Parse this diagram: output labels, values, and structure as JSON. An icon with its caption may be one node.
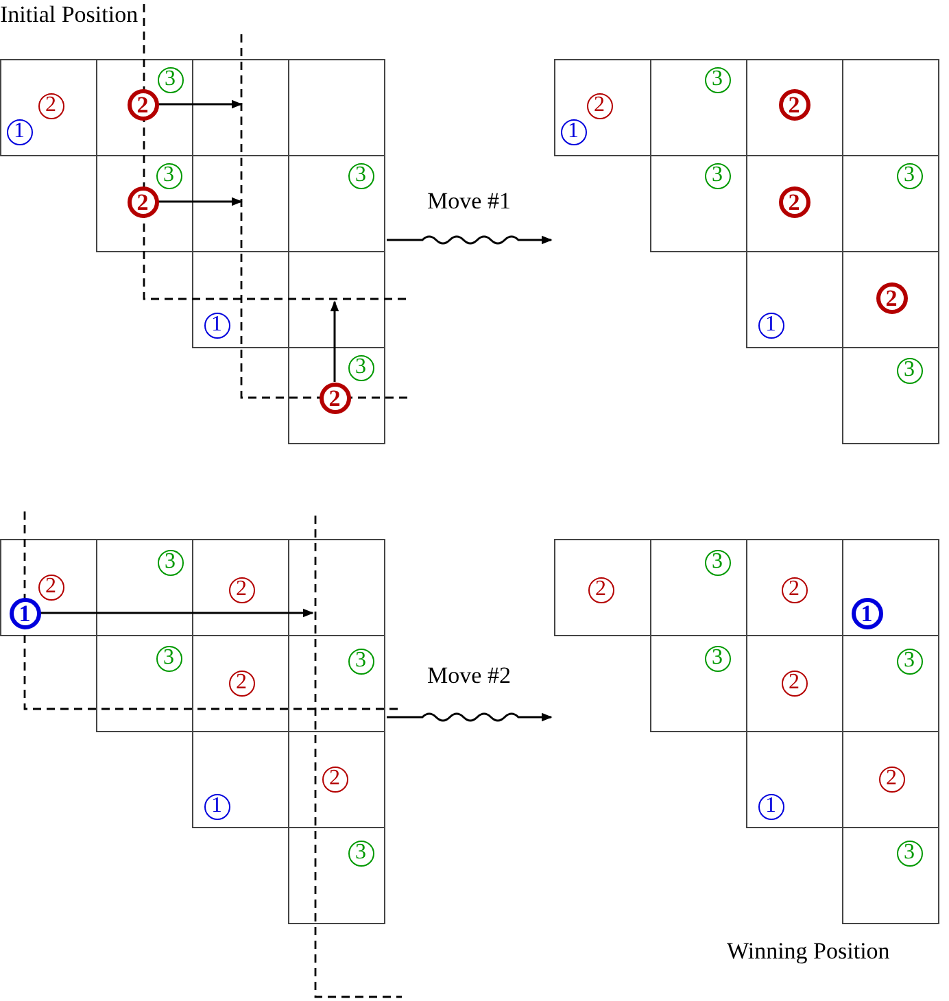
{
  "diagram": {
    "nodes": [
      {
        "text": [],
        "shape": "grid",
        "beside": [
          "Initial Position"
        ]
      },
      {
        "text": [
          "3"
        ],
        "in": 0
      },
      {
        "text": [
          "2"
        ],
        "in": 0
      },
      {
        "text": [
          "2"
        ],
        "in": 0
      },
      {
        "text": [
          "1"
        ],
        "in": 0
      },
      {
        "text": [
          "3"
        ],
        "in": 0
      },
      {
        "text": [
          "3"
        ],
        "in": 0
      },
      {
        "text": [
          "2"
        ],
        "in": 0
      },
      {
        "text": [
          "1"
        ],
        "in": 0
      },
      {
        "text": [
          "3"
        ],
        "in": 0
      },
      {
        "text": [
          "2"
        ],
        "in": 0
      },
      {
        "text": [],
        "shape": "grid"
      },
      {
        "text": [
          "3"
        ],
        "in": 11
      },
      {
        "text": [
          "2"
        ],
        "in": 11
      },
      {
        "text": [
          "2"
        ],
        "in": 11
      },
      {
        "text": [
          "1"
        ],
        "in": 11
      },
      {
        "text": [
          "3"
        ],
        "in": 11
      },
      {
        "text": [
          "3"
        ],
        "in": 11
      },
      {
        "text": [
          "2"
        ],
        "in": 11
      },
      {
        "text": [
          "2"
        ],
        "in": 11
      },
      {
        "text": [
          "1"
        ],
        "in": 11
      },
      {
        "text": [
          "3"
        ],
        "in": 11
      },
      {
        "text": [],
        "shape": "grid"
      },
      {
        "text": [
          "3"
        ],
        "in": 22
      },
      {
        "text": [
          "2"
        ],
        "in": 22
      },
      {
        "text": [
          "2"
        ],
        "in": 22
      },
      {
        "text": [
          "1"
        ],
        "in": 22
      },
      {
        "text": [
          "3"
        ],
        "in": 22
      },
      {
        "text": [
          "3"
        ],
        "in": 22
      },
      {
        "text": [
          "2"
        ],
        "in": 22
      },
      {
        "text": [
          "2"
        ],
        "in": 22
      },
      {
        "text": [
          "1"
        ],
        "in": 22
      },
      {
        "text": [
          "3"
        ],
        "in": 22
      },
      {
        "text": [],
        "shape": "grid",
        "beside": [
          "Winning Position"
        ]
      },
      {
        "text": [
          "3"
        ],
        "in": 33
      },
      {
        "text": [
          "2"
        ],
        "in": 33
      },
      {
        "text": [
          "2"
        ],
        "in": 33
      },
      {
        "text": [
          "1"
        ],
        "in": 33
      },
      {
        "text": [
          "3"
        ],
        "in": 33
      },
      {
        "text": [
          "3"
        ],
        "in": 33
      },
      {
        "text": [
          "2"
        ],
        "in": 33
      },
      {
        "text": [
          "2"
        ],
        "in": 33
      },
      {
        "text": [
          "1"
        ],
        "in": 33
      },
      {
        "text": [
          "3"
        ],
        "in": 33
      }
    ],
    "edges": [
      {
        "from": 0,
        "to": 11,
        "arrow": "to",
        "label": "Move #1"
      },
      {
        "from": 22,
        "to": 33,
        "arrow": "to",
        "label": "Move #2"
      },
      {
        "from": 3,
        "to": null,
        "arrow": "to"
      },
      {
        "from": 7,
        "to": null,
        "arrow": "to"
      },
      {
        "from": 10,
        "to": null,
        "arrow": "to"
      },
      {
        "from": 26,
        "to": null,
        "arrow": "to"
      }
    ]
  }
}
